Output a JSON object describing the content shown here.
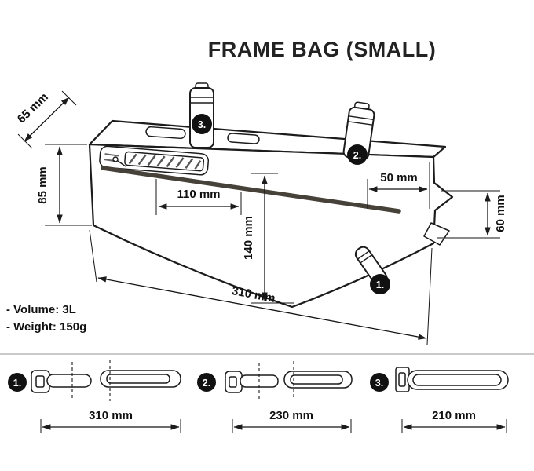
{
  "title": "FRAME BAG (SMALL)",
  "specs": {
    "volume": "- Volume: 3L",
    "weight": "- Weight: 150g"
  },
  "main_dims": {
    "top_depth": "65 mm",
    "front_height": "85 mm",
    "pocket_width": "110 mm",
    "mid_height": "140 mm",
    "rear_top_width": "50 mm",
    "rear_height": "60 mm",
    "total_length": "310 mm"
  },
  "markers": {
    "one": "1.",
    "two": "2.",
    "three": "3."
  },
  "straps": [
    {
      "label": "1.",
      "length": "310 mm"
    },
    {
      "label": "2.",
      "length": "230 mm"
    },
    {
      "label": "3.",
      "length": "210 mm"
    }
  ],
  "colors": {
    "ink": "#1c1c1c",
    "zipper": "#46423a",
    "marker": "#111111",
    "divider": "#ababab"
  }
}
